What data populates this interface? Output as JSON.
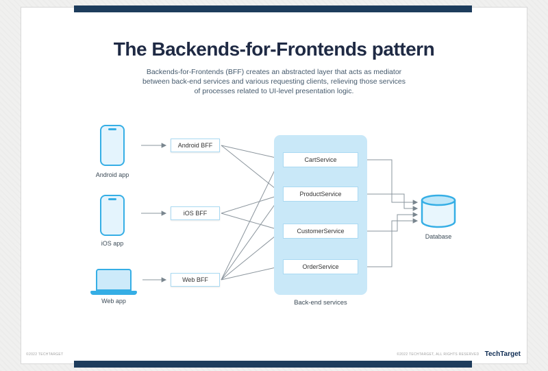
{
  "page": {
    "title": "The Backends-for-Frontends pattern",
    "subtitle_line1": "Backends-for-Frontends (BFF) creates an abstracted layer that acts as mediator",
    "subtitle_line2": "between back-end services and various requesting clients, relieving those services",
    "subtitle_line3": "of processes related to UI-level presentation logic."
  },
  "clients": [
    {
      "label": "Android app",
      "icon": "phone-icon"
    },
    {
      "label": "iOS app",
      "icon": "phone-icon"
    },
    {
      "label": "Web app",
      "icon": "laptop-icon"
    }
  ],
  "bffs": [
    {
      "label": "Android BFF"
    },
    {
      "label": "iOS BFF"
    },
    {
      "label": "Web BFF"
    }
  ],
  "backend": {
    "panel_label": "Back-end services",
    "services": [
      {
        "label": "CartService"
      },
      {
        "label": "ProductService"
      },
      {
        "label": "CustomerService"
      },
      {
        "label": "OrderService"
      }
    ]
  },
  "database": {
    "label": "Database",
    "icon": "database-icon"
  },
  "connections": {
    "client_to_bff": [
      [
        "Android app",
        "Android BFF"
      ],
      [
        "iOS app",
        "iOS BFF"
      ],
      [
        "Web app",
        "Web BFF"
      ]
    ],
    "bff_to_service": [
      [
        "Android BFF",
        "CartService"
      ],
      [
        "Android BFF",
        "ProductService"
      ],
      [
        "iOS BFF",
        "ProductService"
      ],
      [
        "iOS BFF",
        "CustomerService"
      ],
      [
        "Web BFF",
        "CartService"
      ],
      [
        "Web BFF",
        "ProductService"
      ],
      [
        "Web BFF",
        "CustomerService"
      ],
      [
        "Web BFF",
        "OrderService"
      ]
    ],
    "service_to_database": [
      [
        "CartService",
        "Database"
      ],
      [
        "ProductService",
        "Database"
      ],
      [
        "CustomerService",
        "Database"
      ],
      [
        "OrderService",
        "Database"
      ]
    ]
  },
  "footer": {
    "left_text": "©2022 TECHTARGET",
    "right_text": "©2022 TECHTARGET, ALL RIGHTS RESERVED",
    "logo_text": "TechTarget"
  },
  "colors": {
    "accent_blue": "#35aee5",
    "panel_blue": "#c9e8f8",
    "navy_bar": "#1d3c5c",
    "arrow_gray": "#7a868f"
  }
}
